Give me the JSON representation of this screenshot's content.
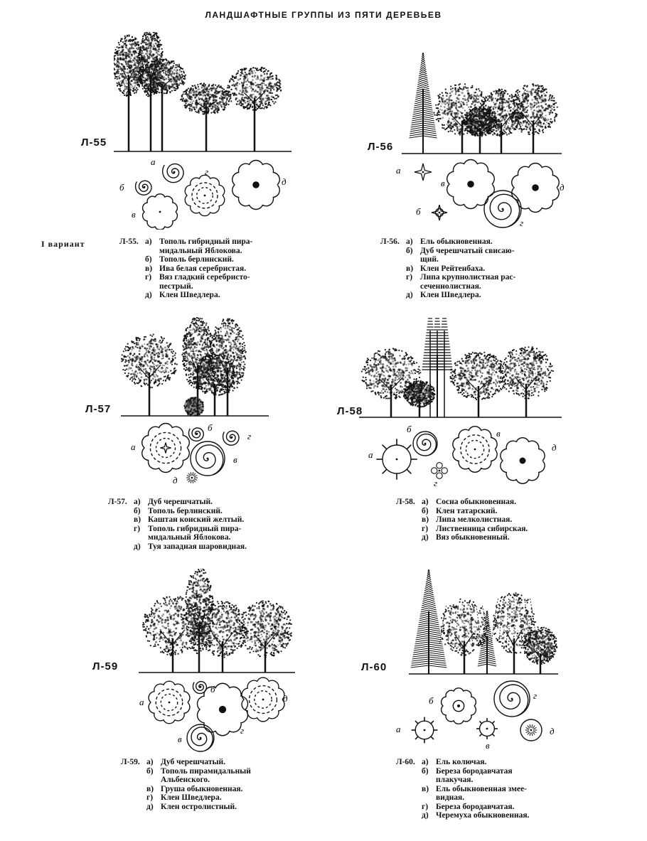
{
  "title": "ЛАНДШАФТНЫЕ ГРУППЫ ИЗ ПЯТИ ДЕРЕВЬЕВ",
  "variant_label": "I вариант",
  "groups": [
    {
      "id": "Л-55",
      "caption_id": "Л-55.",
      "items": [
        {
          "letter": "а)",
          "text": "Тополь гибридный пира-"
        },
        {
          "letter": "",
          "text": "мидальный Яблокова."
        },
        {
          "letter": "б)",
          "text": "Тополь берлинский."
        },
        {
          "letter": "в)",
          "text": "Ива белая серебристая."
        },
        {
          "letter": "г)",
          "text": "Вяз гладкий серебристо-"
        },
        {
          "letter": "",
          "text": "пестрый."
        },
        {
          "letter": "д)",
          "text": "Клен Шведлера."
        }
      ],
      "plan_letters": [
        "а",
        "б",
        "в",
        "г",
        "д"
      ]
    },
    {
      "id": "Л-56",
      "caption_id": "Л-56.",
      "items": [
        {
          "letter": "а)",
          "text": "Ель обыкновенная."
        },
        {
          "letter": "б)",
          "text": "Дуб черешчатый свисаю-"
        },
        {
          "letter": "",
          "text": "щий."
        },
        {
          "letter": "в)",
          "text": "Клен Рейтенбаха."
        },
        {
          "letter": "г)",
          "text": "Липа крупнолистная рас-"
        },
        {
          "letter": "",
          "text": "сеченнолистная."
        },
        {
          "letter": "д)",
          "text": "Клен Шведлера."
        }
      ],
      "plan_letters": [
        "а",
        "б",
        "в",
        "г",
        "д"
      ]
    },
    {
      "id": "Л-57",
      "caption_id": "Л-57.",
      "items": [
        {
          "letter": "а)",
          "text": "Дуб черешчатый."
        },
        {
          "letter": "б)",
          "text": "Тополь берлинский."
        },
        {
          "letter": "в)",
          "text": "Каштан конский желтый."
        },
        {
          "letter": "г)",
          "text": "Тополь гибридный пира-"
        },
        {
          "letter": "",
          "text": "мидальный Яблокова."
        },
        {
          "letter": "д)",
          "text": "Туя западная шаровидная."
        }
      ],
      "plan_letters": [
        "а",
        "б",
        "в",
        "г",
        "д"
      ]
    },
    {
      "id": "Л-58",
      "caption_id": "Л-58.",
      "items": [
        {
          "letter": "а)",
          "text": "Сосна обыкновенная."
        },
        {
          "letter": "б)",
          "text": "Клен татарский."
        },
        {
          "letter": "в)",
          "text": "Липа мелколистная."
        },
        {
          "letter": "г)",
          "text": "Лиственница сибирская."
        },
        {
          "letter": "д)",
          "text": "Вяз обыкновенный."
        }
      ],
      "plan_letters": [
        "а",
        "б",
        "в",
        "г",
        "д"
      ]
    },
    {
      "id": "Л-59",
      "caption_id": "Л-59.",
      "items": [
        {
          "letter": "а)",
          "text": "Дуб черешчатый."
        },
        {
          "letter": "б)",
          "text": "Тополь пирамидальный"
        },
        {
          "letter": "",
          "text": "Альбенского."
        },
        {
          "letter": "в)",
          "text": "Груша обыкновенная."
        },
        {
          "letter": "г)",
          "text": "Клен Шведлера."
        },
        {
          "letter": "д)",
          "text": "Клен остролистный."
        }
      ],
      "plan_letters": [
        "а",
        "б",
        "в",
        "г",
        "д"
      ]
    },
    {
      "id": "Л-60",
      "caption_id": "Л-60.",
      "items": [
        {
          "letter": "а)",
          "text": "Ель колючая."
        },
        {
          "letter": "б)",
          "text": "Береза бородавчатая"
        },
        {
          "letter": "",
          "text": "плакучая."
        },
        {
          "letter": "в)",
          "text": "Ель обыкновенная змее-"
        },
        {
          "letter": "",
          "text": "видная."
        },
        {
          "letter": "г)",
          "text": "Береза бородавчатая."
        },
        {
          "letter": "д)",
          "text": "Черемуха обыкновенная."
        }
      ],
      "plan_letters": [
        "а",
        "б",
        "в",
        "г",
        "д"
      ]
    }
  ]
}
